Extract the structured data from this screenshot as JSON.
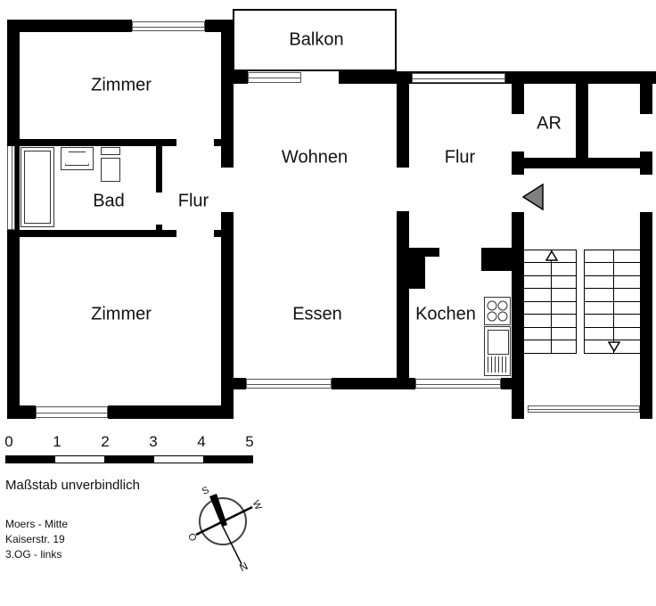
{
  "rooms": {
    "zimmer_top": "Zimmer",
    "balkon": "Balkon",
    "wohnen": "Wohnen",
    "flur_right": "Flur",
    "ar": "AR",
    "bad": "Bad",
    "flur_left": "Flur",
    "zimmer_bottom": "Zimmer",
    "essen": "Essen",
    "kochen": "Kochen"
  },
  "scale_bar": {
    "ticks": [
      "0",
      "1",
      "2",
      "3",
      "4",
      "5"
    ],
    "unit_note": "Maßstab unverbindlich"
  },
  "address": {
    "line1": "Moers - Mitte",
    "line2": "Kaiserstr. 19",
    "line3": "3.OG - links"
  },
  "compass": {
    "north": "N",
    "south": "S",
    "east": "O",
    "west": "W"
  },
  "symbols": {
    "entrance": "entrance-arrow",
    "stairs_up": "stairs-up-arrow",
    "stairs_down": "stairs-down-arrow"
  },
  "colors": {
    "wall": "#000000",
    "entrance_arrow": "#808080",
    "background": "#ffffff"
  }
}
